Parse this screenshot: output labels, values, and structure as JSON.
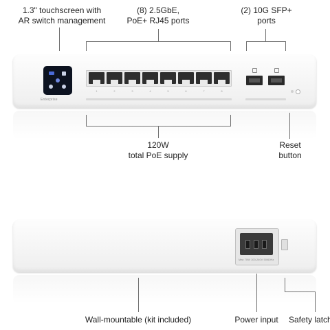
{
  "callouts": {
    "touchscreen": {
      "line1": "1.3\" touchscreen with",
      "line2": "AR switch management"
    },
    "rj45": {
      "line1": "(8) 2.5GbE,",
      "line2": "PoE+ RJ45 ports"
    },
    "sfp": {
      "line1": "(2) 10G SFP+",
      "line2": "ports"
    },
    "poe": {
      "line1": "120W",
      "line2": "total PoE supply"
    },
    "reset": {
      "line1": "Reset",
      "line2": "button"
    },
    "wall": "Wall-mountable (kit included)",
    "power": "Power input",
    "latch": "Safety latch"
  },
  "device": {
    "brand": "Enterprise",
    "port_numbers": [
      "1",
      "2",
      "3",
      "4",
      "5",
      "6",
      "7",
      "8"
    ],
    "power_rating": "Max 70W 100-240V 50/60Hz"
  },
  "colors": {
    "screen": "#0c1220",
    "port": "#2e2e2e",
    "body": "#f7f7f7"
  },
  "icons": [
    "touchscreen-icon",
    "sfp-port-icon",
    "reset-icon",
    "power-socket-icon",
    "latch-icon"
  ]
}
